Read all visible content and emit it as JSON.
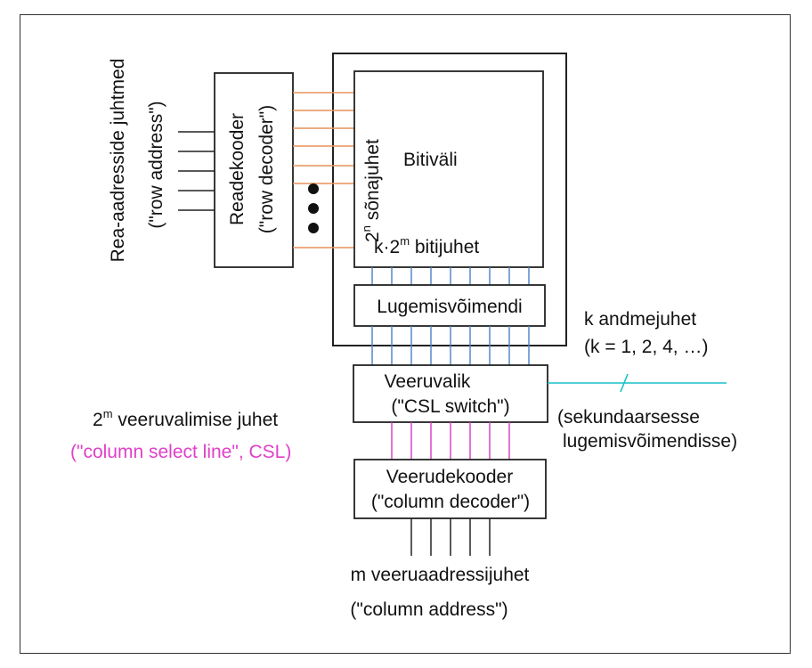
{
  "colors": {
    "ink": "#111111",
    "row_lines": "#e8915a",
    "bit_lines": "#4a7fc8",
    "csl_lines": "#d838c0",
    "data_line": "#19c0c8",
    "csl_label": "#e040c8"
  },
  "labels": {
    "row_address_line1": "Rea-aadresside juhtmed",
    "row_address_line2": "(\"row address\")",
    "row_decoder_line1": "Readekooder",
    "row_decoder_line2": "(\"row decoder\")",
    "word_lines_base": "2",
    "word_lines_exp": "n",
    "word_lines_text": " sõnajuhet",
    "bit_array": "Bitiväli",
    "bit_lines_prefix": "k·2",
    "bit_lines_exp": "m",
    "bit_lines_text": " bitijuhet",
    "sense_amp": "Lugemisvõimendi",
    "data_lines_line1": "k andmejuhet",
    "data_lines_line2": "(k = 1, 2, 4, …)",
    "column_select_line1": "Veeruvalik",
    "column_select_line2": "(\"CSL switch\")",
    "secondary_amp_line1": "(sekundaarsesse",
    "secondary_amp_line2": "lugemisvõimendisse)",
    "csl_count_base": "2",
    "csl_count_exp": "m",
    "csl_count_text": " veeruvalimise juhet",
    "csl_english": "(\"column select line\", CSL)",
    "column_decoder_line1": "Veerudekooder",
    "column_decoder_line2": "(\"column decoder\")",
    "column_address_line1": "m veeruaadressijuhet",
    "column_address_line2": "(\"column address\")"
  }
}
